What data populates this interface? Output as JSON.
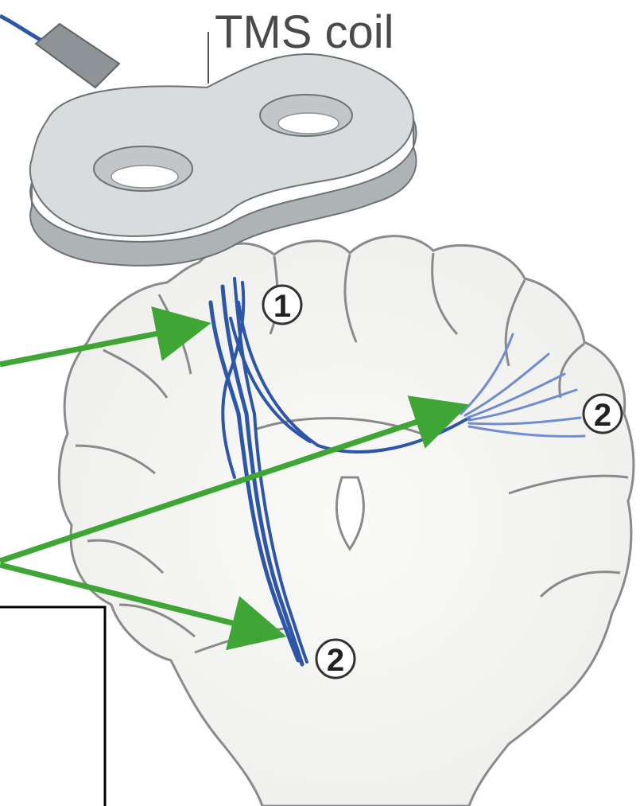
{
  "labels": {
    "coil": "TMS coil",
    "site_primary": "1",
    "site_secondary_right": "2",
    "site_secondary_bottom": "2"
  },
  "colors": {
    "tissue_fill": "#f2f2f0",
    "tissue_stroke": "#8a8a8a",
    "coil_body": "#d9dcdd",
    "coil_shadow": "#aeb3b6",
    "coil_handle": "#8d9396",
    "fiber_dark": "#2e56a8",
    "fiber_light": "#6f8dd0",
    "arrow": "#3fa535",
    "box_border": "#000000"
  }
}
